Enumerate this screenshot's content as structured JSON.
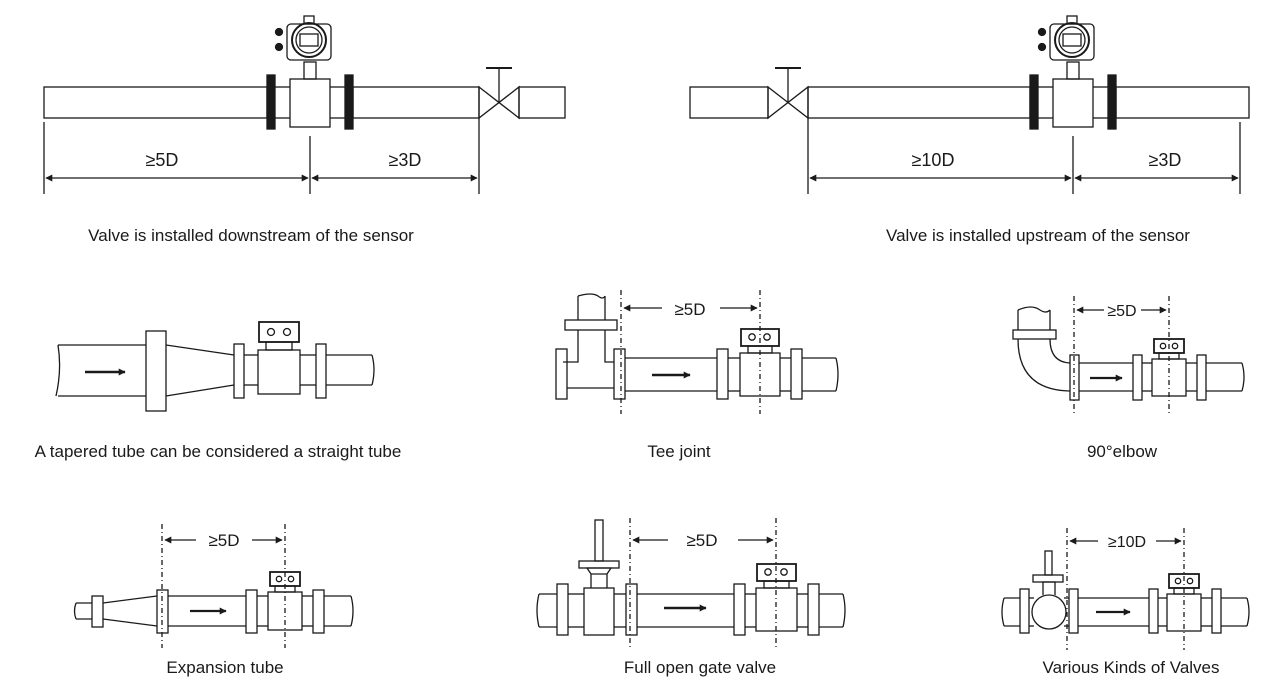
{
  "colors": {
    "line": "#1a1a1a",
    "background": "#ffffff"
  },
  "diagrams": {
    "valve_downstream": {
      "caption": "Valve is installed downstream of the sensor",
      "dim_upstream": "≥5D",
      "dim_downstream": "≥3D"
    },
    "valve_upstream": {
      "caption": "Valve is installed upstream of the sensor",
      "dim_upstream": "≥10D",
      "dim_downstream": "≥3D"
    },
    "tapered_tube": {
      "caption": "A tapered tube can be considered a straight tube"
    },
    "tee_joint": {
      "caption": "Tee joint",
      "dim": "≥5D"
    },
    "elbow_90": {
      "caption": "90°elbow",
      "dim": "≥5D"
    },
    "expansion_tube": {
      "caption": "Expansion tube",
      "dim": "≥5D"
    },
    "gate_valve": {
      "caption": "Full open gate valve",
      "dim": "≥5D"
    },
    "various_valves": {
      "caption": "Various Kinds of Valves",
      "dim": "≥10D"
    }
  }
}
